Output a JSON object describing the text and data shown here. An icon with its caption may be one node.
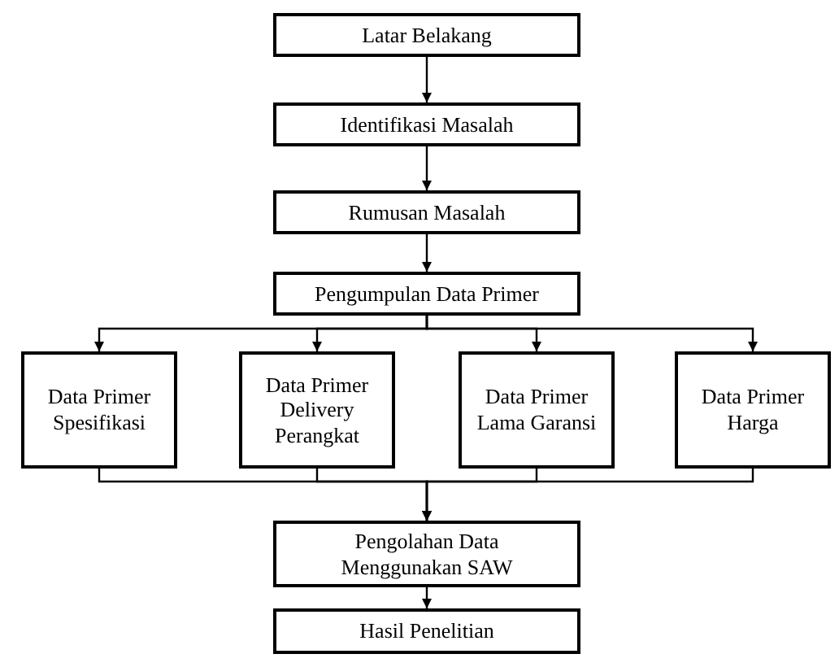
{
  "diagram": {
    "nodes": [
      {
        "text": [
          "Latar Belakang"
        ]
      },
      {
        "text": [
          "Identifikasi Masalah"
        ]
      },
      {
        "text": [
          "Rumusan Masalah"
        ]
      },
      {
        "text": [
          "Pengumpulan Data Primer"
        ]
      },
      {
        "text": [
          "Data Primer Spesifikasi"
        ]
      },
      {
        "text": [
          "Data Primer Delivery Perangkat"
        ]
      },
      {
        "text": [
          "Data Primer Lama Garansi"
        ]
      },
      {
        "text": [
          "Data Primer Harga"
        ]
      },
      {
        "text": [
          "Pengolahan Data Menggunakan SAW"
        ]
      },
      {
        "text": [
          "Hasil Penelitian"
        ]
      }
    ],
    "edges": [
      {
        "from": 0,
        "to": 1,
        "arrow": "to"
      },
      {
        "from": 1,
        "to": 2,
        "arrow": "to"
      },
      {
        "from": 2,
        "to": 3,
        "arrow": "to"
      },
      {
        "from": 3,
        "to": 4,
        "arrow": "to"
      },
      {
        "from": 3,
        "to": 5,
        "arrow": "to"
      },
      {
        "from": 3,
        "to": 6,
        "arrow": "to"
      },
      {
        "from": 3,
        "to": 7,
        "arrow": "to"
      },
      {
        "from": 4,
        "to": 8,
        "arrow": "to"
      },
      {
        "from": 5,
        "to": 8,
        "arrow": "to"
      },
      {
        "from": 6,
        "to": 8,
        "arrow": "to"
      },
      {
        "from": 7,
        "to": 8,
        "arrow": "to"
      },
      {
        "from": 8,
        "to": 9,
        "arrow": "to"
      }
    ]
  }
}
